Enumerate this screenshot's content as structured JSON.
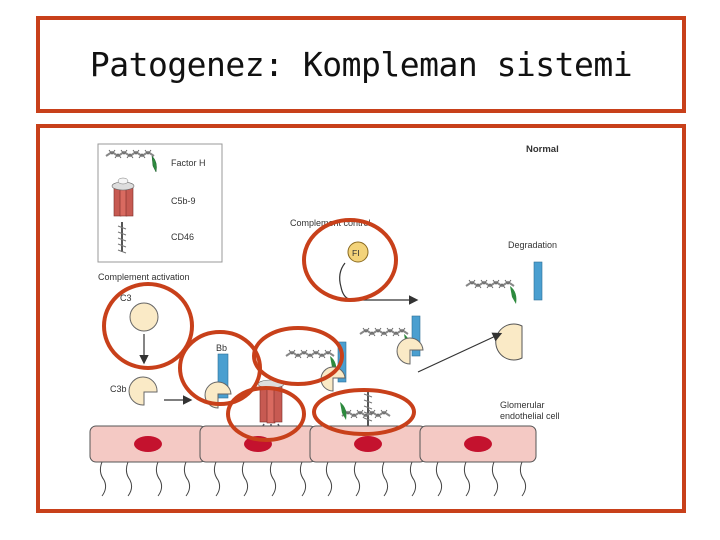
{
  "title": "Patogenez: Kompleman sistemi",
  "legend": {
    "factor_h": "Factor H",
    "c5b9": "C5b-9",
    "cd46": "CD46"
  },
  "labels": {
    "normal": "Normal",
    "complement_control": "Complement control",
    "fi": "FI",
    "degradation": "Degradation",
    "complement_activation": "Complement activation",
    "c3": "C3",
    "bb": "Bb",
    "c3b": "C3b",
    "glomerular_line1": "Glomerular",
    "glomerular_line2": "endothelial cell"
  },
  "colors": {
    "frame": "#c8401a",
    "highlight_ellipse": "#c8401a",
    "cell_fill": "#f4c9c4",
    "nucleus": "#c4122e",
    "protein_fill": "#faeac6",
    "cd46_bar": "#4a9fd0",
    "factor_h_chain": "#888888",
    "factor_h_tail": "#2d8a3e"
  }
}
